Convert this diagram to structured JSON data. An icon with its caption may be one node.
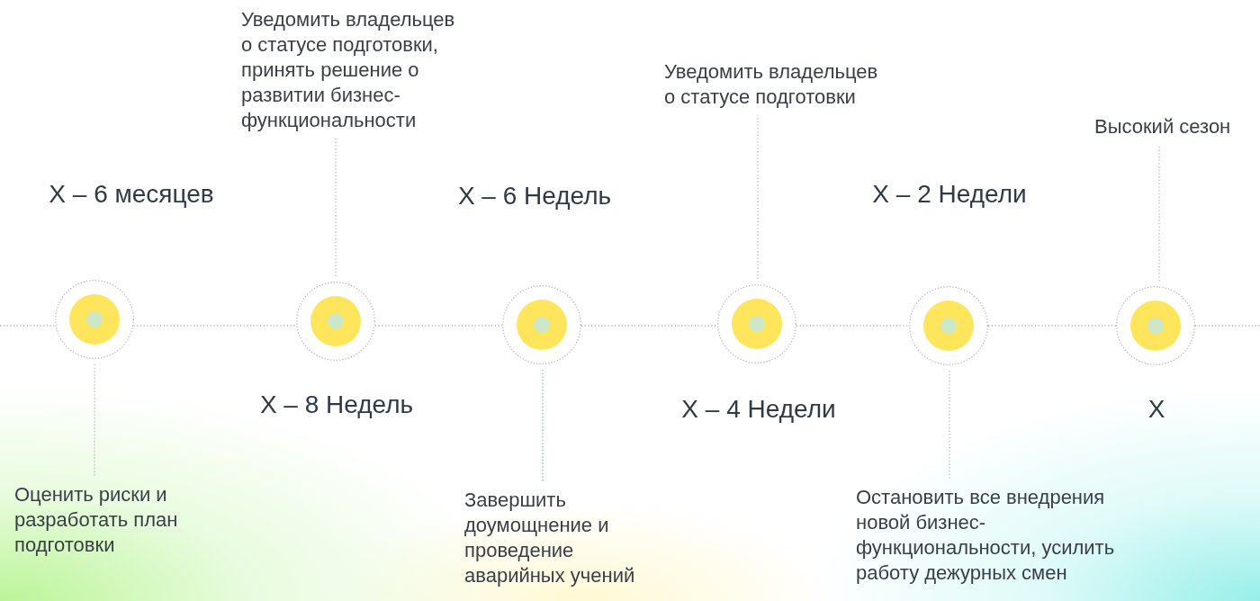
{
  "diagram": {
    "nodes": [
      {
        "text": [],
        "shape": "circle",
        "beside": [
          "X – 6 месяцев"
        ]
      },
      {
        "text": [],
        "shape": "circle",
        "beside": [
          "X – 8 Недель"
        ]
      },
      {
        "text": [],
        "shape": "circle",
        "beside": [
          "X – 6 Недель"
        ]
      },
      {
        "text": [],
        "shape": "circle",
        "beside": [
          "X – 4 Недели"
        ]
      },
      {
        "text": [],
        "shape": "circle",
        "beside": [
          "X – 2 Недели"
        ]
      },
      {
        "text": [],
        "shape": "circle",
        "beside": [
          "X"
        ]
      },
      {
        "text": [
          "Оценить риски и разработать план подготовки"
        ]
      },
      {
        "text": [
          "Уведомить владельцев о статусе подготовки, принять решение о развитии бизнес-функциональности"
        ]
      },
      {
        "text": [
          "Завершить доумощнение и проведение аварийных учений"
        ]
      },
      {
        "text": [
          "Уведомить владельцев о статусе подготовки"
        ]
      },
      {
        "text": [
          "Остановить все внедрения новой бизнес-функциональности, усилить работу дежурных смен"
        ]
      },
      {
        "text": [
          "Высокий сезон"
        ]
      }
    ],
    "edges": [
      {
        "from": null,
        "to": 0,
        "arrow": "none",
        "style": "dashed"
      },
      {
        "from": 0,
        "to": 1,
        "arrow": "none",
        "style": "dashed"
      },
      {
        "from": 1,
        "to": 2,
        "arrow": "none",
        "style": "dashed"
      },
      {
        "from": 2,
        "to": 3,
        "arrow": "none",
        "style": "dashed"
      },
      {
        "from": 3,
        "to": 4,
        "arrow": "none",
        "style": "dashed"
      },
      {
        "from": 4,
        "to": 5,
        "arrow": "none",
        "style": "dashed"
      },
      {
        "from": 5,
        "to": null,
        "arrow": "none",
        "style": "dashed"
      },
      {
        "from": 0,
        "to": 6,
        "arrow": "none",
        "style": "dashed"
      },
      {
        "from": 1,
        "to": 7,
        "arrow": "none",
        "style": "dashed"
      },
      {
        "from": 2,
        "to": 8,
        "arrow": "none",
        "style": "dashed",
        "color": "#5fce8c"
      },
      {
        "from": 3,
        "to": 9,
        "arrow": "none",
        "style": "dashed"
      },
      {
        "from": 4,
        "to": 10,
        "arrow": "none",
        "style": "dashed"
      },
      {
        "from": 5,
        "to": 11,
        "arrow": "none",
        "style": "dashed"
      }
    ]
  }
}
